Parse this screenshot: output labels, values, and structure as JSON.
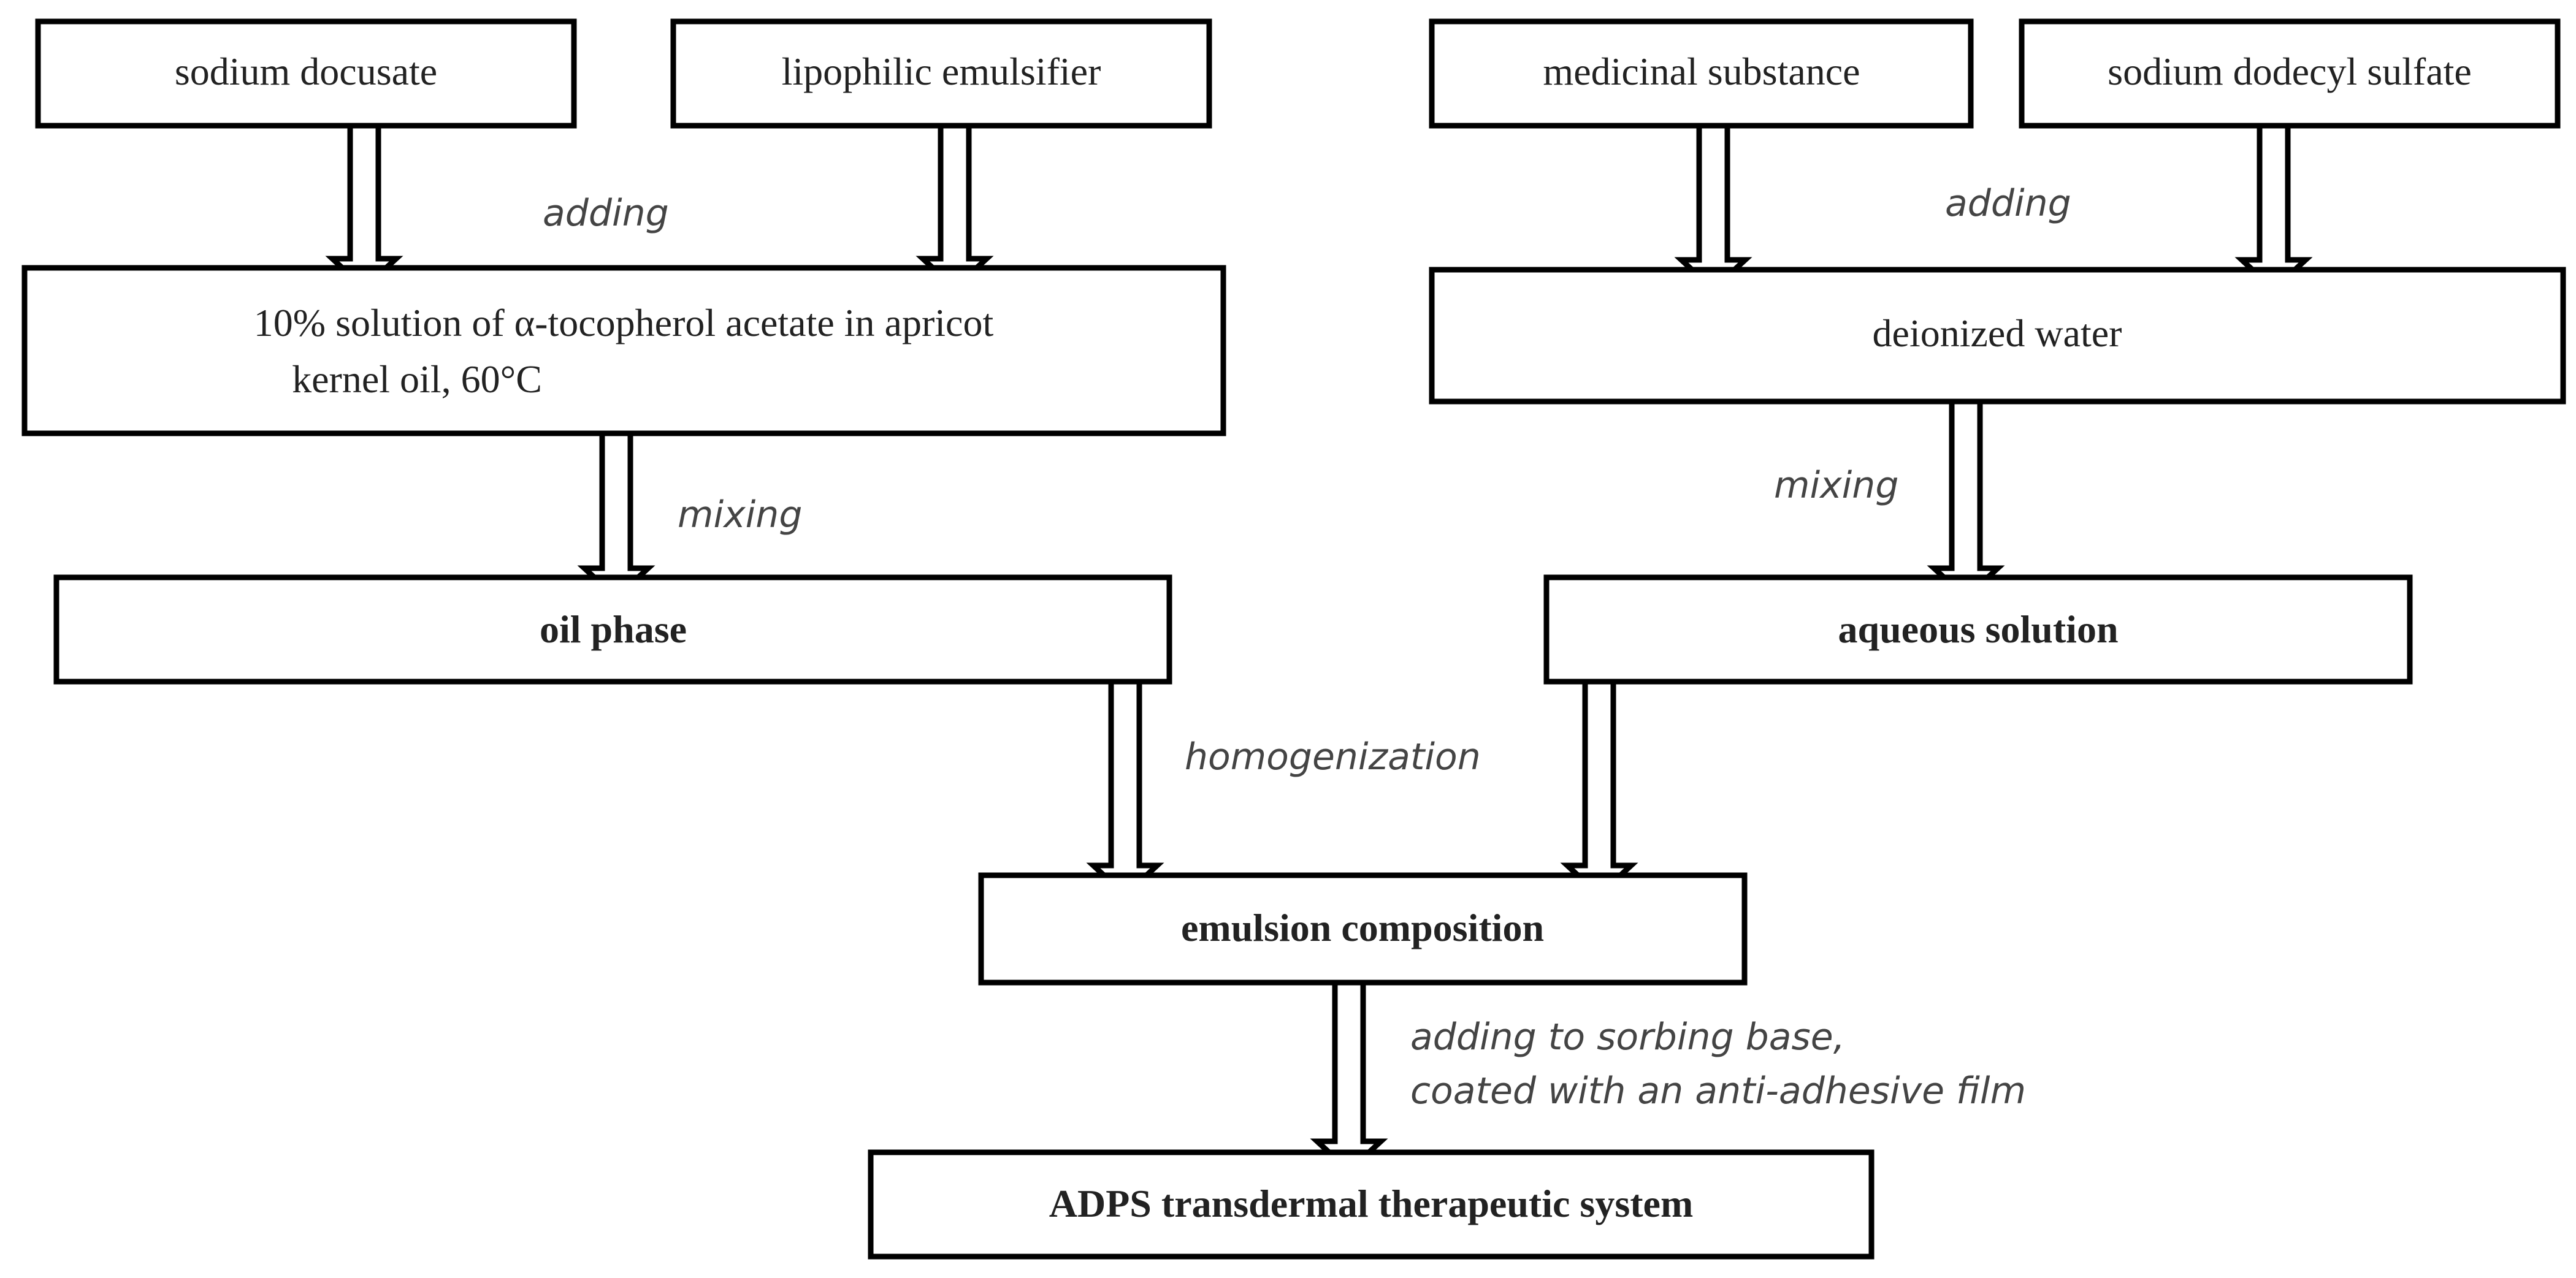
{
  "boxes": {
    "sodium_docusate": "sodium docusate",
    "lipophilic_emulsifier": "lipophilic emulsifier",
    "medicinal_substance": "medicinal substance",
    "sodium_dodecyl_sulfate": "sodium dodecyl sulfate",
    "oil_solution_line1": "10% solution of α-tocopherol acetate in apricot",
    "oil_solution_line2": "kernel oil,  60°C",
    "deionized_water": "deionized water",
    "oil_phase": "oil phase",
    "aqueous_solution": "aqueous  solution",
    "emulsion_composition": "emulsion composition",
    "adps_system": "ADPS  transdermal therapeutic system"
  },
  "labels": {
    "adding_left": "adding",
    "adding_right": "adding",
    "mixing_left": "mixing",
    "mixing_right": "mixing",
    "homogenization": "homogenization",
    "final_line1": "adding to sorbing base,",
    "final_line2": "coated with an anti-adhesive film"
  }
}
